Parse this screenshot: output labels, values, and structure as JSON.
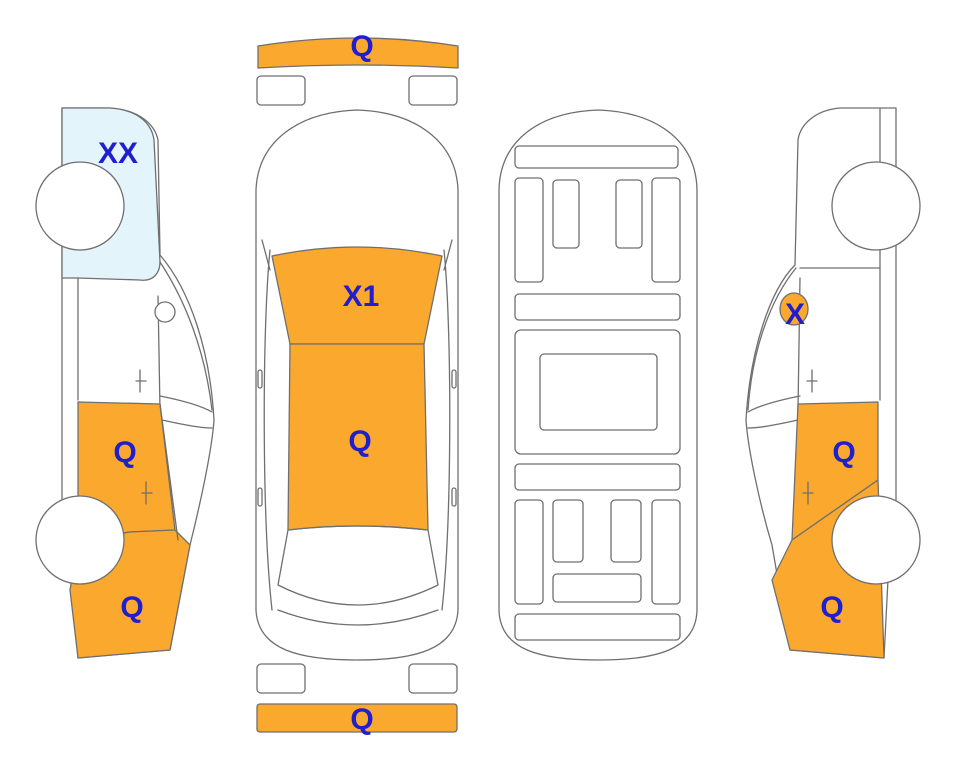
{
  "colors": {
    "outline": "#6f6f6f",
    "damage_fill": "#fba82f",
    "windshield_fill": "#e4f4fb",
    "label": "#1f1fcf"
  },
  "labels": {
    "front_bumper": "Q",
    "rear_bumper": "Q",
    "roof": "X1",
    "hood": "Q",
    "left_front_glass": "XX",
    "left_front_door": "Q",
    "left_front_fender": "Q",
    "right_mirror": "X",
    "right_front_door": "Q",
    "right_front_fender": "Q"
  }
}
